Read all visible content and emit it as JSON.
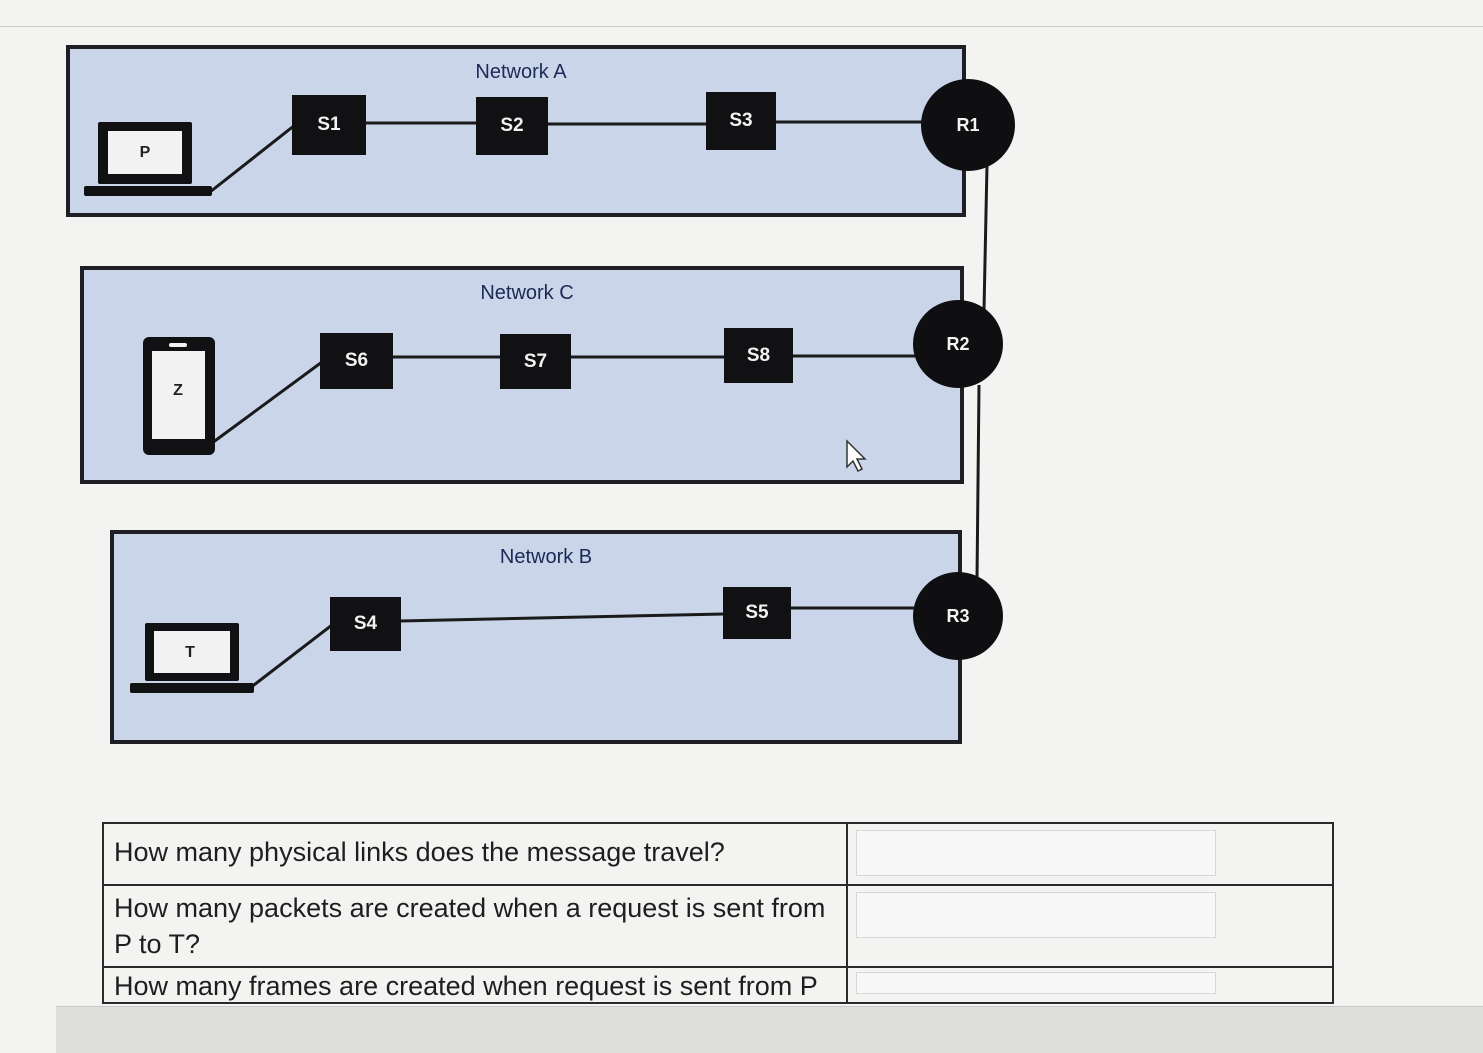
{
  "networks": {
    "a": {
      "title": "Network A"
    },
    "c": {
      "title": "Network C"
    },
    "b": {
      "title": "Network B"
    }
  },
  "devices": {
    "p": "P",
    "z": "Z",
    "t": "T"
  },
  "switches": {
    "s1": "S1",
    "s2": "S2",
    "s3": "S3",
    "s6": "S6",
    "s7": "S7",
    "s8": "S8",
    "s4": "S4",
    "s5": "S5"
  },
  "routers": {
    "r1": "R1",
    "r2": "R2",
    "r3": "R3"
  },
  "questions": [
    {
      "text": "How many physical links does the message travel?",
      "answer": ""
    },
    {
      "text": "How many packets are created when a request is sent from P to T?",
      "answer": ""
    },
    {
      "text": "How many frames are created when request is sent from P to T?",
      "answer": ""
    }
  ],
  "colors": {
    "network_fill": "#cad5ea",
    "device_fill": "#111114"
  },
  "icons": [
    "laptop-icon",
    "phone-icon",
    "laptop-icon",
    "cursor-icon"
  ]
}
